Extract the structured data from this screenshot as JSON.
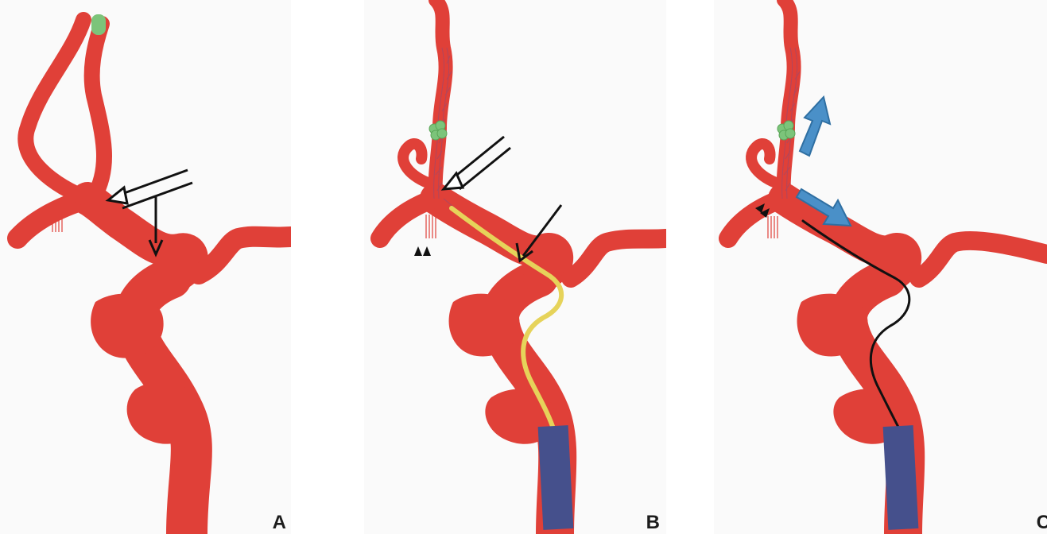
{
  "panels": [
    {
      "label": "A"
    },
    {
      "label": "B"
    },
    {
      "label": "C"
    }
  ],
  "colors": {
    "vessel": "#e04038",
    "aneurysm_fill": "#7cc47a",
    "catheter_sheath": "#45508c",
    "microwire_yellow": "#e6d35a",
    "microwire_black": "#111111",
    "direction_arrow": "#4a90c8"
  }
}
